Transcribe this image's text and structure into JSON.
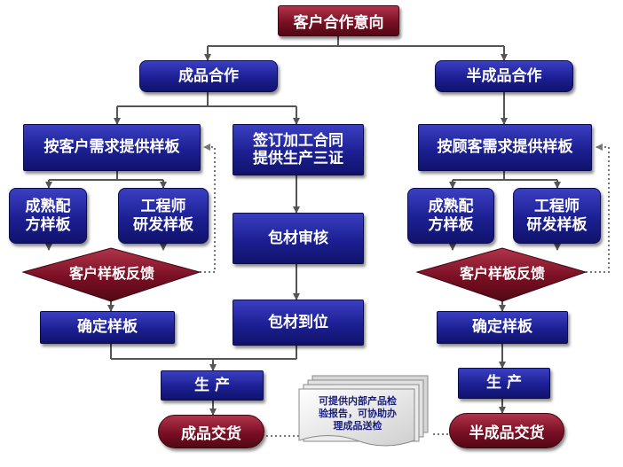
{
  "top": "客户合作意向",
  "left": {
    "title": "成品合作",
    "request": "按客户需求提供样板",
    "mature": [
      "成熟配",
      "方样板"
    ],
    "engineer": [
      "工程师",
      "研发样板"
    ],
    "feedback": "客户样板反馈",
    "confirm": "确定样板",
    "production": "生 产",
    "delivery": "成品交货"
  },
  "middle": {
    "contract": [
      "签订加工合同",
      "提供生产三证"
    ],
    "review": "包材审核",
    "arrival": "包材到位"
  },
  "right": {
    "title": "半成品合作",
    "request": "按顾客需求提供样板",
    "mature": [
      "成熟配",
      "方样板"
    ],
    "engineer": [
      "工程师",
      "研发样板"
    ],
    "feedback": "客户样板反馈",
    "confirm": "确定样板",
    "production": "生 产",
    "delivery": "半成品交货"
  },
  "note": [
    "可提供内部产品检",
    "验报告，可协助办",
    "理成品送检"
  ],
  "colors": {
    "blue_box": "#1c1f92",
    "red_box": "#7a0f24",
    "connector": "#555555",
    "dotted_connector": "#777777"
  }
}
